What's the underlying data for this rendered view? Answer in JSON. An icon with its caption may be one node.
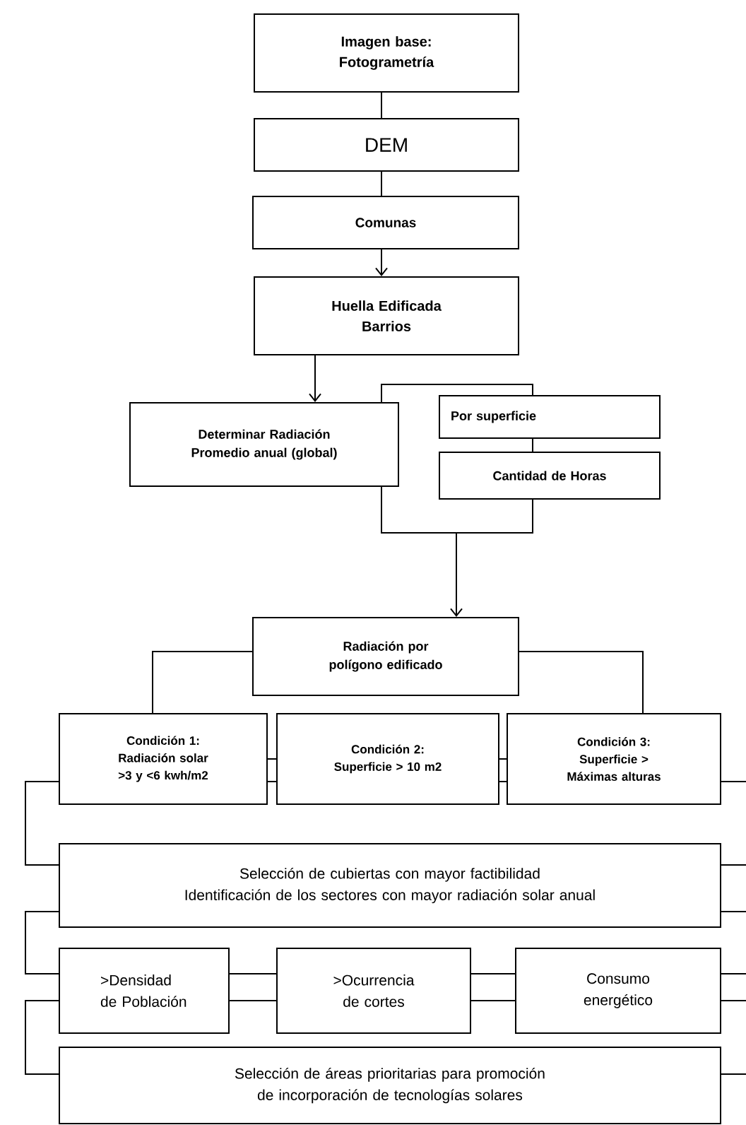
{
  "diagram": {
    "nodes": [
      {
        "text": [
          "Imagen base: Fotogrametría"
        ]
      },
      {
        "text": [
          "DEM"
        ]
      },
      {
        "text": [
          "Comunas"
        ]
      },
      {
        "text": [
          "Huella Edificada Barrios"
        ]
      },
      {
        "text": [
          "Determinar Radiación Promedio anual (global)"
        ]
      },
      {
        "text": [],
        "shape": "box"
      },
      {
        "text": [
          "Por superficie"
        ]
      },
      {
        "text": [
          "Cantidad de Horas"
        ]
      },
      {
        "text": [
          "Radiación por polígono edificado"
        ]
      },
      {
        "text": [
          "Condición 1: Radiación solar >3 y <6 kwh/m2"
        ]
      },
      {
        "text": [
          "Condición 2: Superficie > 10 m2"
        ]
      },
      {
        "text": [
          "Condición 3: Superficie > Máximas alturas"
        ]
      },
      {
        "text": [
          "Selección de cubiertas con mayor factibilidad",
          "Identificación de los sectores con mayor radiación solar anual"
        ]
      },
      {
        "text": [
          ">Densidad de Población"
        ]
      },
      {
        "text": [
          ">Ocurrencia de cortes"
        ]
      },
      {
        "text": [
          "Consumo energético"
        ]
      },
      {
        "text": [
          "Selección de áreas prioritarias para promoción de incorporación de tecnologías solares"
        ]
      }
    ],
    "edges": [
      {
        "from": 0,
        "to": 1,
        "arrow": "none"
      },
      {
        "from": 1,
        "to": 2,
        "arrow": "none"
      },
      {
        "from": 2,
        "to": 3,
        "arrow": "to"
      },
      {
        "from": 3,
        "to": 4,
        "arrow": "to"
      },
      {
        "from": 5,
        "to": 8,
        "arrow": "to"
      },
      {
        "from": 8,
        "to": 9,
        "arrow": "none"
      },
      {
        "from": 8,
        "to": 11,
        "arrow": "none"
      },
      {
        "from": 9,
        "to": 10,
        "arrow": "none"
      },
      {
        "from": 9,
        "to": 10,
        "arrow": "none"
      },
      {
        "from": 10,
        "to": 11,
        "arrow": "none"
      },
      {
        "from": 10,
        "to": 11,
        "arrow": "none"
      },
      {
        "from": 9,
        "to": 12,
        "arrow": "none"
      },
      {
        "from": 11,
        "to": null,
        "arrow": "none"
      },
      {
        "from": 12,
        "to": 13,
        "arrow": "none"
      },
      {
        "from": 12,
        "to": null,
        "arrow": "none"
      },
      {
        "from": 12,
        "to": null,
        "arrow": "none"
      },
      {
        "from": 13,
        "to": 14,
        "arrow": "none"
      },
      {
        "from": 13,
        "to": 14,
        "arrow": "none"
      },
      {
        "from": 14,
        "to": 15,
        "arrow": "none"
      },
      {
        "from": 14,
        "to": 15,
        "arrow": "none"
      },
      {
        "from": 13,
        "to": 16,
        "arrow": "none"
      },
      {
        "from": 15,
        "to": null,
        "arrow": "none"
      },
      {
        "from": 15,
        "to": null,
        "arrow": "none"
      },
      {
        "from": 16,
        "to": null,
        "arrow": "none"
      }
    ]
  }
}
